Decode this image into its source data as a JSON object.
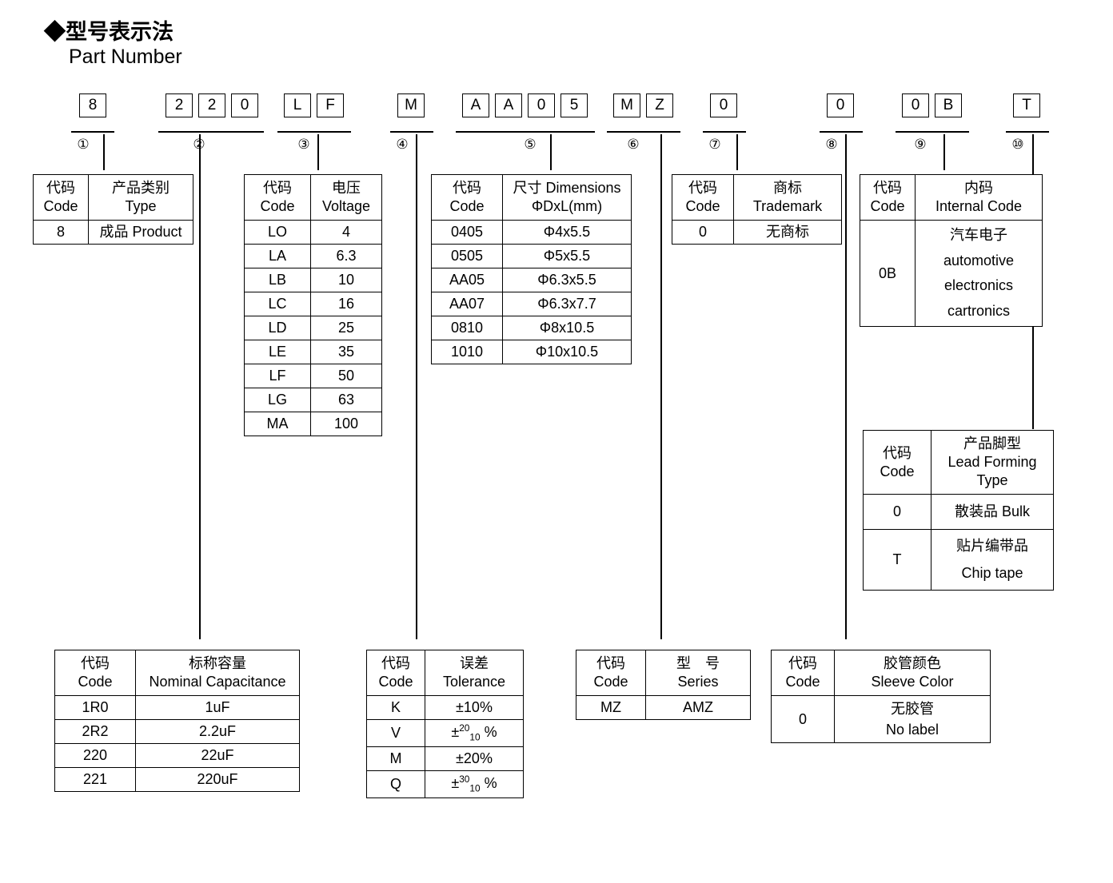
{
  "header": {
    "bullet": "◆",
    "title_cn": "型号表示法",
    "title_en": "Part Number"
  },
  "part_number": {
    "groups": [
      {
        "marker": "①",
        "chars": [
          "8"
        ]
      },
      {
        "marker": "②",
        "chars": [
          "2",
          "2",
          "0"
        ]
      },
      {
        "marker": "③",
        "chars": [
          "L",
          "F"
        ]
      },
      {
        "marker": "④",
        "chars": [
          "M"
        ]
      },
      {
        "marker": "⑤",
        "chars": [
          "A",
          "A",
          "0",
          "5"
        ]
      },
      {
        "marker": "⑥",
        "chars": [
          "M",
          "Z"
        ]
      },
      {
        "marker": "⑦",
        "chars": [
          "0"
        ]
      },
      {
        "marker": "⑧",
        "chars": [
          "0"
        ]
      },
      {
        "marker": "⑨",
        "chars": [
          "0",
          "B"
        ]
      },
      {
        "marker": "⑩",
        "chars": [
          "T"
        ]
      }
    ]
  },
  "tables": {
    "type": {
      "header": {
        "code_cn": "代码",
        "code_en": "Code",
        "val_cn": "产品类别",
        "val_en": "Type"
      },
      "rows": [
        {
          "code": "8",
          "value": "成品 Product"
        }
      ]
    },
    "voltage": {
      "header": {
        "code_cn": "代码",
        "code_en": "Code",
        "val_cn": "电压",
        "val_en": "Voltage"
      },
      "rows": [
        {
          "code": "LO",
          "value": "4"
        },
        {
          "code": "LA",
          "value": "6.3"
        },
        {
          "code": "LB",
          "value": "10"
        },
        {
          "code": "LC",
          "value": "16"
        },
        {
          "code": "LD",
          "value": "25"
        },
        {
          "code": "LE",
          "value": "35"
        },
        {
          "code": "LF",
          "value": "50"
        },
        {
          "code": "LG",
          "value": "63"
        },
        {
          "code": "MA",
          "value": "100"
        }
      ]
    },
    "dimensions": {
      "header": {
        "code_cn": "代码",
        "code_en": "Code",
        "val_cn": "尺寸 Dimensions",
        "val_en": "ΦDxL(mm)"
      },
      "rows": [
        {
          "code": "0405",
          "value": "Φ4x5.5"
        },
        {
          "code": "0505",
          "value": "Φ5x5.5"
        },
        {
          "code": "AA05",
          "value": "Φ6.3x5.5"
        },
        {
          "code": "AA07",
          "value": "Φ6.3x7.7"
        },
        {
          "code": "0810",
          "value": "Φ8x10.5"
        },
        {
          "code": "1010",
          "value": "Φ10x10.5"
        }
      ]
    },
    "trademark": {
      "header": {
        "code_cn": "代码",
        "code_en": "Code",
        "val_cn": "商标",
        "val_en": "Trademark"
      },
      "rows": [
        {
          "code": "0",
          "value": "无商标"
        }
      ]
    },
    "internal_code": {
      "header": {
        "code_cn": "代码",
        "code_en": "Code",
        "val_cn": "内码",
        "val_en": "Internal Code"
      },
      "rows": [
        {
          "code": "0B",
          "line1": "汽车电子",
          "line2": "automotive",
          "line3": "electronics",
          "line4": "cartronics"
        }
      ]
    },
    "lead_forming": {
      "header": {
        "code_cn": "代码",
        "code_en": "Code",
        "val_cn": "产品脚型",
        "val_en": "Lead Forming",
        "val_en2": "Type"
      },
      "rows": [
        {
          "code": "0",
          "line1": "散装品 Bulk",
          "line2": ""
        },
        {
          "code": "T",
          "line1": "贴片编带品",
          "line2": "Chip tape"
        }
      ]
    },
    "capacitance": {
      "header": {
        "code_cn": "代码",
        "code_en": "Code",
        "val_cn": "标称容量",
        "val_en": "Nominal Capacitance"
      },
      "rows": [
        {
          "code": "1R0",
          "value": "1uF"
        },
        {
          "code": "2R2",
          "value": "2.2uF"
        },
        {
          "code": "220",
          "value": "22uF"
        },
        {
          "code": "221",
          "value": "220uF"
        }
      ]
    },
    "tolerance": {
      "header": {
        "code_cn": "代码",
        "code_en": "Code",
        "val_cn": "误差",
        "val_en": "Tolerance"
      },
      "rows": [
        {
          "code": "K",
          "plain": "±10%",
          "sup": "",
          "sub": "",
          "suffix": ""
        },
        {
          "code": "V",
          "plain": "",
          "sup": "20",
          "sub": "10",
          "suffix": "%"
        },
        {
          "code": "M",
          "plain": "±20%",
          "sup": "",
          "sub": "",
          "suffix": ""
        },
        {
          "code": "Q",
          "plain": "",
          "sup": "30",
          "sub": "10",
          "suffix": "%"
        }
      ]
    },
    "series": {
      "header": {
        "code_cn": "代码",
        "code_en": "Code",
        "val_cn": "型　号",
        "val_en": "Series"
      },
      "rows": [
        {
          "code": "MZ",
          "value": "AMZ"
        }
      ]
    },
    "sleeve_color": {
      "header": {
        "code_cn": "代码",
        "code_en": "Code",
        "val_cn": "胶管颜色",
        "val_en": "Sleeve Color"
      },
      "rows": [
        {
          "code": "0",
          "line1": "无胶管",
          "line2": "No label"
        }
      ]
    }
  }
}
